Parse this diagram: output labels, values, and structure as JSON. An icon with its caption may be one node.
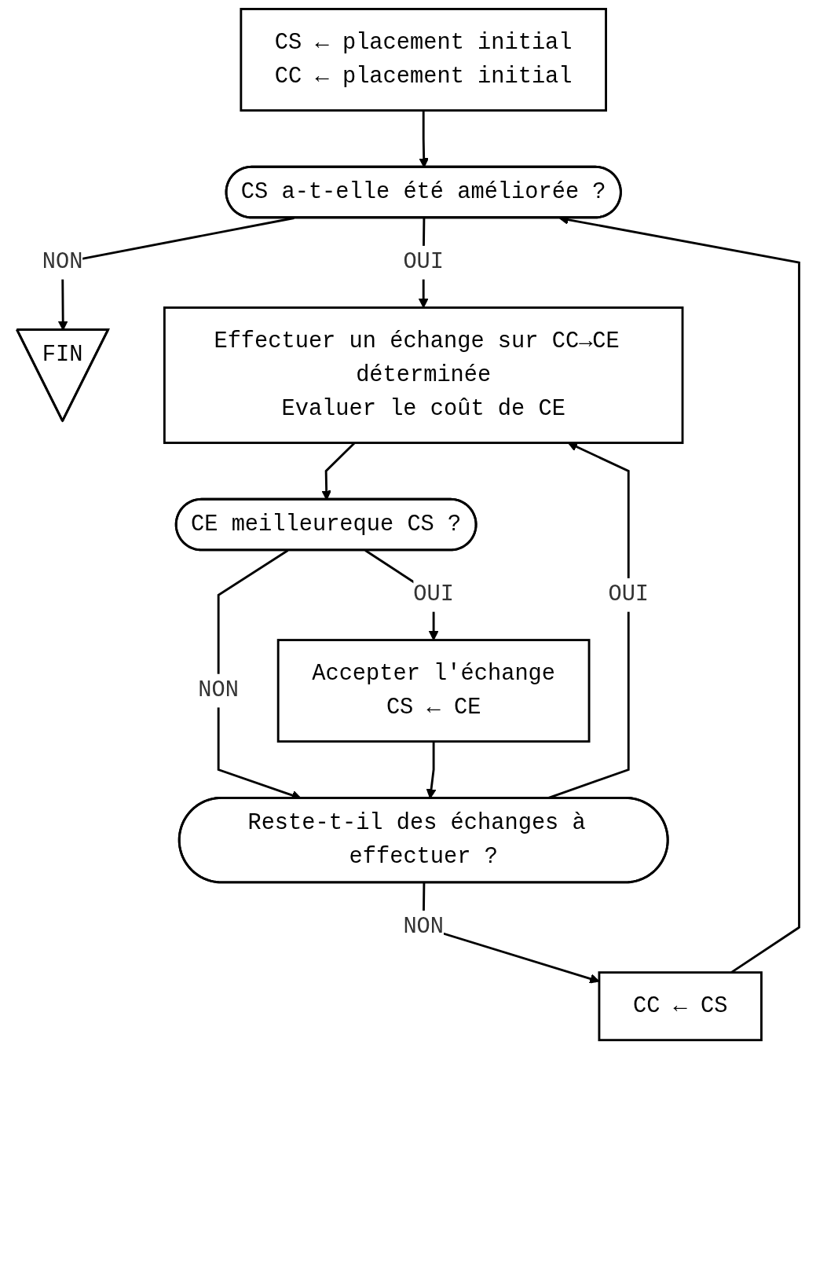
{
  "diagram": {
    "nodes": [
      {
        "text": [
          "CS ← placement initial",
          "CC ← placement initial"
        ]
      },
      {
        "text": [
          "CS a-t-elle été améliorée ?"
        ]
      },
      {
        "text": [
          "FIN"
        ]
      },
      {
        "text": [
          "Effectuer un échange sur CC→CE déterminée",
          "Evaluer le coût de CE"
        ]
      },
      {
        "text": [
          "CE meilleureque CS ?"
        ]
      },
      {
        "text": [
          "Accepter l'échange",
          "CS ← CE"
        ]
      },
      {
        "text": [
          "Reste-t-il des échanges à effectuer ?"
        ]
      },
      {
        "text": [
          "CC ← CS"
        ]
      }
    ],
    "edges": [
      {
        "from": 0,
        "to": 1,
        "arrow": "to"
      },
      {
        "from": 1,
        "to": 2,
        "label": "NON",
        "arrow": "to"
      },
      {
        "from": 1,
        "to": 3,
        "label": "OUI",
        "arrow": "to"
      },
      {
        "from": 3,
        "to": 4,
        "arrow": "to"
      },
      {
        "from": 4,
        "to": 5,
        "label": "OUI",
        "arrow": "to"
      },
      {
        "from": 4,
        "to": 6,
        "label": "NON",
        "arrow": "to"
      },
      {
        "from": 5,
        "to": 6,
        "arrow": "to"
      },
      {
        "from": 6,
        "to": 3,
        "label": "OUI",
        "arrow": "to"
      },
      {
        "from": 6,
        "to": 7,
        "label": "NON",
        "arrow": "to"
      },
      {
        "from": 7,
        "to": 1,
        "arrow": "to"
      }
    ]
  }
}
